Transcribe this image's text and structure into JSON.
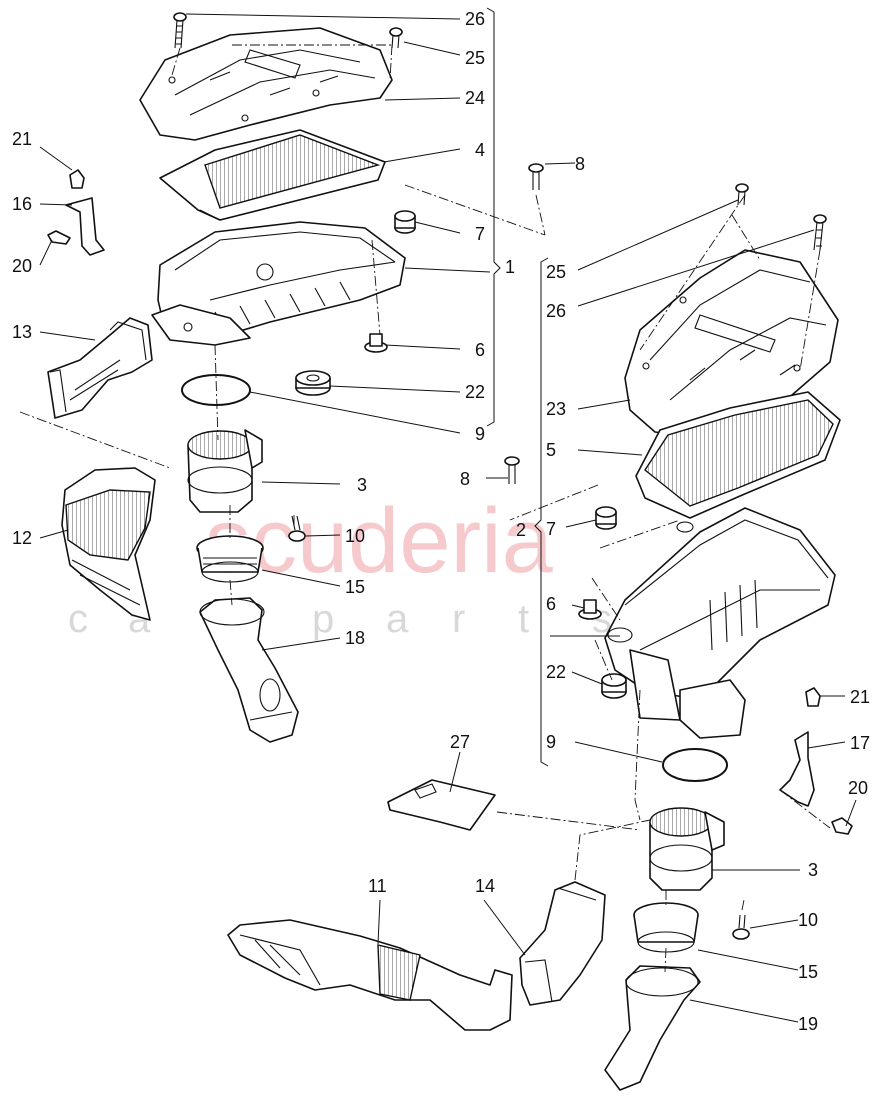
{
  "watermark": {
    "brand": "scuderia",
    "letters": [
      "c",
      "a",
      "r",
      "p",
      "a",
      "r",
      "t",
      "s"
    ],
    "brand_color": "#f3b8bd",
    "letters_color": "#d8d8d8"
  },
  "callouts": [
    {
      "id": "c26a",
      "text": "26"
    },
    {
      "id": "c25a",
      "text": "25"
    },
    {
      "id": "c24",
      "text": "24"
    },
    {
      "id": "c4",
      "text": "4"
    },
    {
      "id": "c21a",
      "text": "21"
    },
    {
      "id": "c16",
      "text": "16"
    },
    {
      "id": "c20a",
      "text": "20"
    },
    {
      "id": "c7a",
      "text": "7"
    },
    {
      "id": "c1",
      "text": "1"
    },
    {
      "id": "c13",
      "text": "13"
    },
    {
      "id": "c6a",
      "text": "6"
    },
    {
      "id": "c22a",
      "text": "22"
    },
    {
      "id": "c9a",
      "text": "9"
    },
    {
      "id": "c8a",
      "text": "8"
    },
    {
      "id": "c25b",
      "text": "25"
    },
    {
      "id": "c26b",
      "text": "26"
    },
    {
      "id": "c23",
      "text": "23"
    },
    {
      "id": "c5",
      "text": "5"
    },
    {
      "id": "c8b",
      "text": "8"
    },
    {
      "id": "c2",
      "text": "2"
    },
    {
      "id": "c7b",
      "text": "7"
    },
    {
      "id": "c3a",
      "text": "3"
    },
    {
      "id": "c10a",
      "text": "10"
    },
    {
      "id": "c12",
      "text": "12"
    },
    {
      "id": "c15a",
      "text": "15"
    },
    {
      "id": "c18",
      "text": "18"
    },
    {
      "id": "c6b",
      "text": "6"
    },
    {
      "id": "c22b",
      "text": "22"
    },
    {
      "id": "c9b",
      "text": "9"
    },
    {
      "id": "c21b",
      "text": "21"
    },
    {
      "id": "c17",
      "text": "17"
    },
    {
      "id": "c20b",
      "text": "20"
    },
    {
      "id": "c27",
      "text": "27"
    },
    {
      "id": "c3b",
      "text": "3"
    },
    {
      "id": "c11",
      "text": "11"
    },
    {
      "id": "c14",
      "text": "14"
    },
    {
      "id": "c10b",
      "text": "10"
    },
    {
      "id": "c15b",
      "text": "15"
    },
    {
      "id": "c19",
      "text": "19"
    }
  ]
}
